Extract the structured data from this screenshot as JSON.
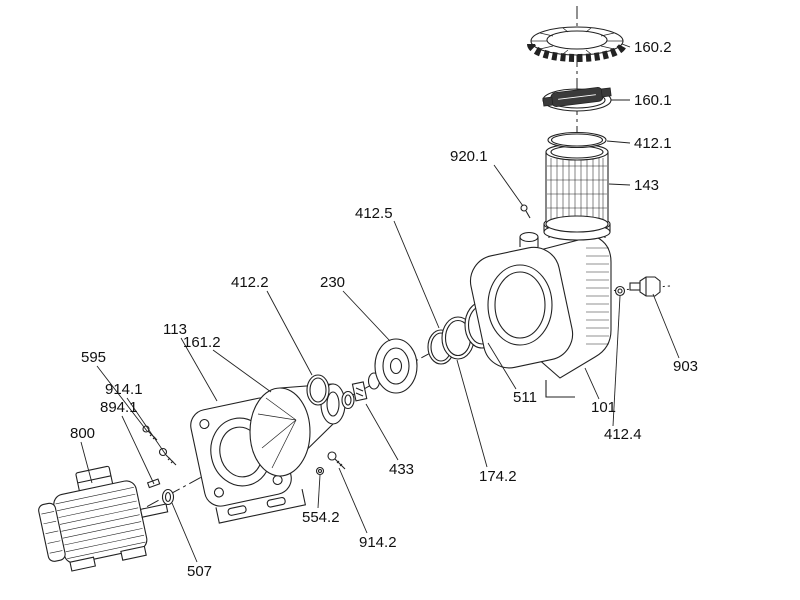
{
  "diagram": {
    "type": "exploded-parts-diagram",
    "colors": {
      "line": "#222222",
      "label": "#111111",
      "background": "#ffffff",
      "handle_dark": "#3a3a3a"
    },
    "parts": {
      "p160_2": {
        "label": "160.2"
      },
      "p160_1": {
        "label": "160.1"
      },
      "p412_1": {
        "label": "412.1"
      },
      "p143": {
        "label": "143"
      },
      "p920_1": {
        "label": "920.1"
      },
      "p412_5": {
        "label": "412.5"
      },
      "p412_2": {
        "label": "412.2"
      },
      "p230": {
        "label": "230"
      },
      "p511": {
        "label": "511"
      },
      "p101": {
        "label": "101"
      },
      "p412_4": {
        "label": "412.4"
      },
      "p903": {
        "label": "903"
      },
      "p113": {
        "label": "113"
      },
      "p161_2": {
        "label": "161.2"
      },
      "p595": {
        "label": "595"
      },
      "p914_1": {
        "label": "914.1"
      },
      "p894_1": {
        "label": "894.1"
      },
      "p800": {
        "label": "800"
      },
      "p433": {
        "label": "433"
      },
      "p174_2": {
        "label": "174.2"
      },
      "p554_2": {
        "label": "554.2"
      },
      "p914_2": {
        "label": "914.2"
      },
      "p507": {
        "label": "507"
      }
    }
  }
}
